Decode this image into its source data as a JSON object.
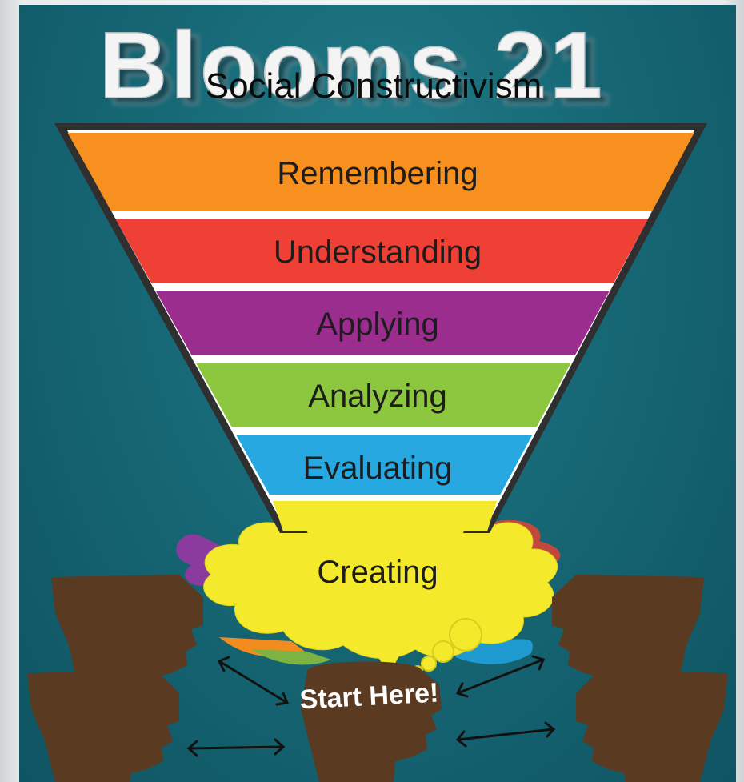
{
  "title": "Blooms 21",
  "subtitle": "Social Constructivism",
  "levels": [
    {
      "label": "Remembering",
      "color": "#f7901e"
    },
    {
      "label": "Understanding",
      "color": "#ee4035"
    },
    {
      "label": "Applying",
      "color": "#9b2d8f"
    },
    {
      "label": "Analyzing",
      "color": "#8dc63f"
    },
    {
      "label": "Evaluating",
      "color": "#27a8e0"
    },
    {
      "label": "Creating",
      "color": "#f4ea2b"
    }
  ],
  "start_label": "Start Here!",
  "colors": {
    "background": "#176876",
    "funnel_outline": "#333333",
    "head": "#5b3a22",
    "cloud": "#f4ea2b"
  }
}
